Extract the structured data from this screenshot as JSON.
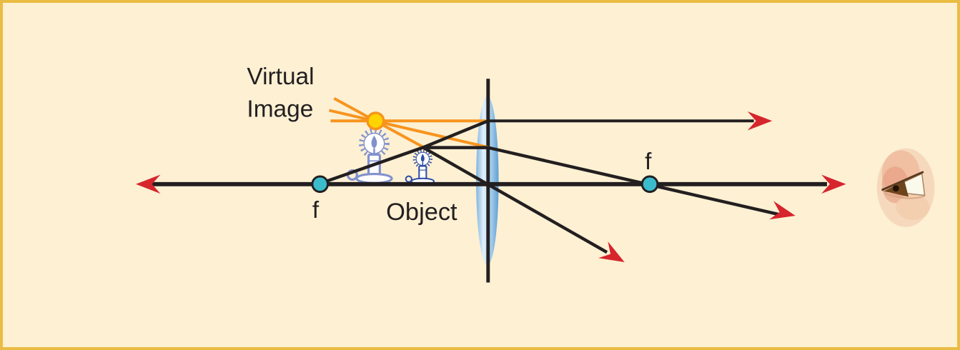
{
  "figure": {
    "labels": {
      "virtual_image": {
        "line1": "Virtual",
        "line2": "Image"
      },
      "object": "Object",
      "focal_point_left": "f",
      "focal_point_right": "f"
    },
    "colors": {
      "background": "#fdf0d3",
      "border": "#e9bd44",
      "axis_and_rays": "#231f20",
      "virtual_ray": "#f7941d",
      "arrowhead": "#d6252d",
      "focal_point_dot": "#3bbccd",
      "virtual_image_point": "#ffd400",
      "lens_blue": "#9cc9ec",
      "object_candle": "#2d4ca6",
      "virtual_image_candle": "#8191cd"
    },
    "icons": {
      "observer": "eye-icon",
      "object_marker": "candle-icon",
      "virtual_image_marker": "candle-icon",
      "ray_tip": "arrowhead-icon",
      "lens": "convex-lens-icon"
    }
  }
}
